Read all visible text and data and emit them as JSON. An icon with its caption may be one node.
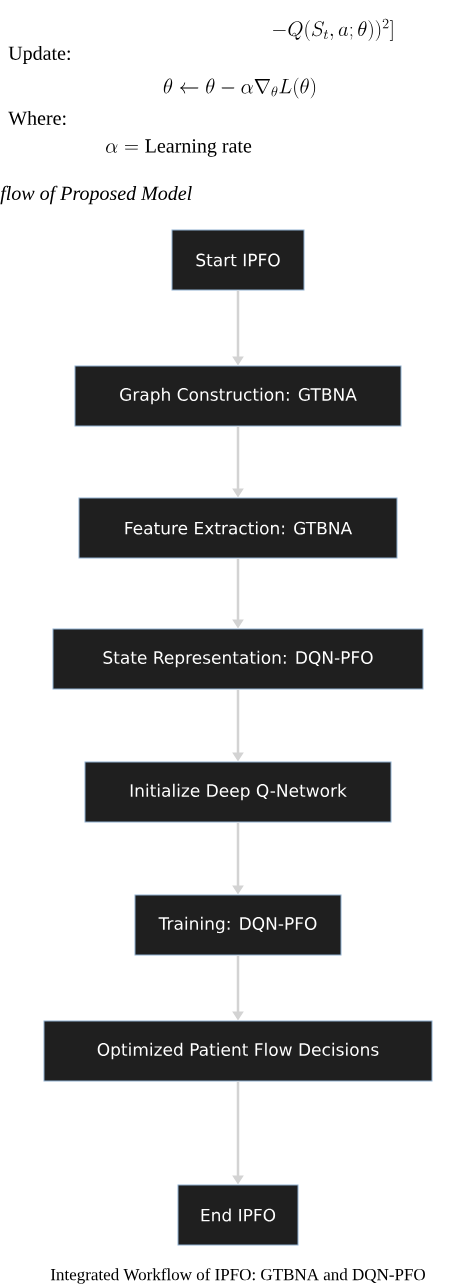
{
  "diagram": {
    "caption": "Integrated Workflow of IPFO: GTBNA and DQN-PFO",
    "nodes": [
      {
        "text": [
          "Start IPFO"
        ]
      },
      {
        "text": [
          "Graph Construction: GTBNA"
        ]
      },
      {
        "text": [
          "Feature Extraction: GTBNA"
        ]
      },
      {
        "text": [
          "State Representation: DQN-PFO"
        ]
      },
      {
        "text": [
          "Initialize Deep Q-Network"
        ]
      },
      {
        "text": [
          "Training: DQN-PFO"
        ]
      },
      {
        "text": [
          "Optimized Patient Flow Decisions"
        ]
      },
      {
        "text": [
          "End IPFO"
        ]
      }
    ],
    "edges": [
      {
        "from": 0,
        "to": 1,
        "arrow": "to"
      },
      {
        "from": 1,
        "to": 2,
        "arrow": "to"
      },
      {
        "from": 2,
        "to": 3,
        "arrow": "to"
      },
      {
        "from": 3,
        "to": 4,
        "arrow": "to"
      },
      {
        "from": 4,
        "to": 5,
        "arrow": "to"
      },
      {
        "from": 5,
        "to": 6,
        "arrow": "to"
      },
      {
        "from": 6,
        "to": 7,
        "arrow": "to"
      }
    ],
    "labels": [
      "- Q(S_{t}, a; \\theta))^{2}]",
      "Update:",
      "\\theta \\leftarrow \\theta - \\alpha \\nabla_{\\theta} L(\\theta)",
      "Where:",
      "\\alpha = \\mathrm{Learning\\ rate}",
      "flow of Proposed Model"
    ]
  }
}
